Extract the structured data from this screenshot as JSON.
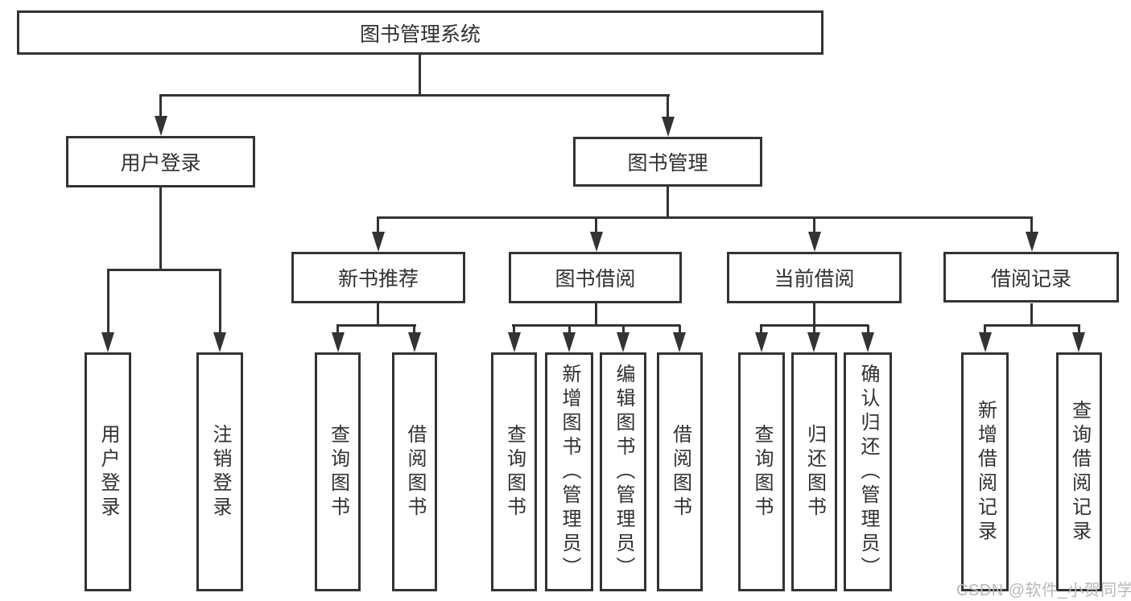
{
  "diagram": {
    "root": "图书管理系统",
    "branches": [
      {
        "label": "用户登录",
        "children": [
          "用户登录",
          "注销登录"
        ]
      },
      {
        "label": "图书管理",
        "children": [
          {
            "label": "新书推荐",
            "children": [
              "查询图书",
              "借阅图书"
            ]
          },
          {
            "label": "图书借阅",
            "children": [
              "查询图书",
              "新增图书（管理员）",
              "编辑图书（管理员）",
              "借阅图书"
            ]
          },
          {
            "label": "当前借阅",
            "children": [
              "查询图书",
              "归还图书",
              "确认归还（管理员）"
            ]
          },
          {
            "label": "借阅记录",
            "children": [
              "新增借阅记录",
              "查询借阅记录"
            ]
          }
        ]
      }
    ]
  },
  "colors": {
    "line": "#333333",
    "text": "#303030",
    "watermark": "#b8b8b8"
  },
  "watermark": "CSDN @软件_小贺同学"
}
